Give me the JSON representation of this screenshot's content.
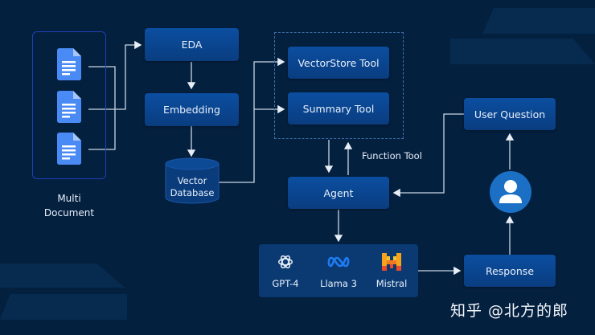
{
  "diagram": {
    "source_group": {
      "label_line1": "Multi",
      "label_line2": "Document",
      "documents": [
        "document-icon",
        "document-icon",
        "document-icon"
      ]
    },
    "nodes": {
      "eda": "EDA",
      "embedding": "Embedding",
      "vector_db_line1": "Vector",
      "vector_db_line2": "Database",
      "vectorstore_tool": "VectorStore Tool",
      "summary_tool": "Summary Tool",
      "agent": "Agent",
      "user_question": "User Question",
      "response": "Response"
    },
    "edge_labels": {
      "function_tool": "Function Tool"
    },
    "llms": [
      {
        "name": "GPT-4",
        "icon": "openai-icon"
      },
      {
        "name": "Llama 3",
        "icon": "meta-icon"
      },
      {
        "name": "Mistral",
        "icon": "mistral-icon"
      }
    ],
    "user_icon": "user-icon",
    "watermark": "知乎 @北方的郎",
    "colors": {
      "background": "#04203f",
      "node": "#0b4ea0",
      "wire": "#d9e3ef",
      "doc": "#4a8af4",
      "avatar": "#1b6fc4"
    }
  }
}
